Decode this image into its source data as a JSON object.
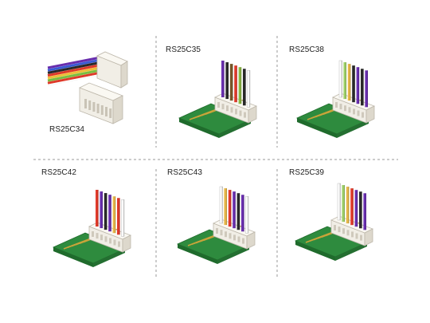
{
  "products": [
    {
      "id": "rs25c34",
      "label": "RS25C34",
      "variant": "separated"
    },
    {
      "id": "rs25c35",
      "label": "RS25C35",
      "variant": "vertical",
      "wires": [
        "#6a2fb0",
        "#2a2a2a",
        "#7a5a2a",
        "#e23b2b",
        "#8ab843",
        "#2a2a2a",
        "#ffffff"
      ]
    },
    {
      "id": "rs25c38",
      "label": "RS25C38",
      "variant": "vertical",
      "wires": [
        "#ffffff",
        "#9fd16a",
        "#e8b84a",
        "#2a2a2a",
        "#6a2fb0",
        "#2a2a2a",
        "#6a2fb0"
      ]
    },
    {
      "id": "rs25c42",
      "label": "RS25C42",
      "variant": "vertical",
      "wires": [
        "#e23b2b",
        "#6a2fb0",
        "#2a2a2a",
        "#6a2fb0",
        "#e8b84a",
        "#e23b2b",
        "#ffffff"
      ]
    },
    {
      "id": "rs25c43",
      "label": "RS25C43",
      "variant": "vertical",
      "wires": [
        "#ffffff",
        "#e8b84a",
        "#e23b2b",
        "#6a2fb0",
        "#2a2a2a",
        "#6a2fb0",
        "#ffffff"
      ]
    },
    {
      "id": "rs25c39",
      "label": "RS25C39",
      "variant": "vertical",
      "wires": [
        "#ffffff",
        "#9fd16a",
        "#e8b84a",
        "#e23b2b",
        "#6a2fb0",
        "#2a2a2a",
        "#6a2fb0"
      ]
    }
  ],
  "ribbon_colors": [
    "#6a2fb0",
    "#3b5bd6",
    "#2a2a2a",
    "#e23b2b",
    "#f0c23a",
    "#7cc043",
    "#e23b2b",
    "#ffffff"
  ]
}
